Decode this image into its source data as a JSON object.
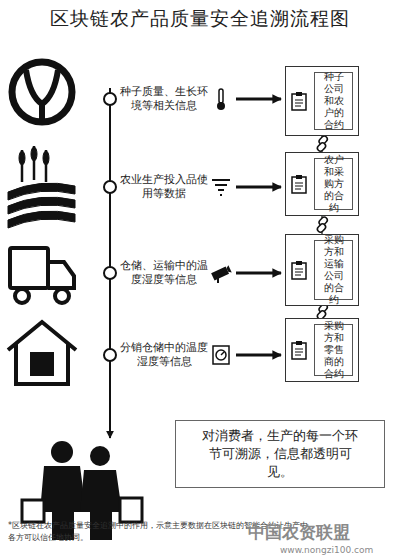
{
  "diagram": {
    "title": "区块链农产品质量安全追溯流程图",
    "nodes": [
      {
        "text": [
          "种子质量、生长环境等相关信息"
        ]
      },
      {
        "text": [
          "种子公司和农户的合约"
        ]
      },
      {
        "text": [
          "农业生产投入品使用等数据"
        ]
      },
      {
        "text": [
          "农户和采购方的合约"
        ]
      },
      {
        "text": [
          "仓储、运输中的温度湿度等信息"
        ]
      },
      {
        "text": [
          "采购方和运输公司的合约"
        ]
      },
      {
        "text": [
          "分销仓储中的温度湿度等信息"
        ]
      },
      {
        "text": [
          "采购方和零售商的合约"
        ]
      },
      {
        "text": [
          "对消费者，生产的每一个环节可溯源，信息都透明可见。"
        ]
      }
    ],
    "edges": [
      {
        "from": 0,
        "to": 1,
        "arrow": "to"
      },
      {
        "from": 2,
        "to": 3,
        "arrow": "to"
      },
      {
        "from": 4,
        "to": 5,
        "arrow": "to"
      },
      {
        "from": 6,
        "to": 7,
        "arrow": "to"
      },
      {
        "from": 1,
        "to": 3,
        "arrow": "none"
      },
      {
        "from": 3,
        "to": 5,
        "arrow": "none"
      },
      {
        "from": 5,
        "to": 7,
        "arrow": "none"
      }
    ],
    "labels": [
      "*区块链在农产品质量安全追溯中的作用，示意主要数据在区块链的智能合约让生产中各方可以信任地协同。",
      "中国农资联盟",
      "www.nongzi100.com"
    ]
  }
}
